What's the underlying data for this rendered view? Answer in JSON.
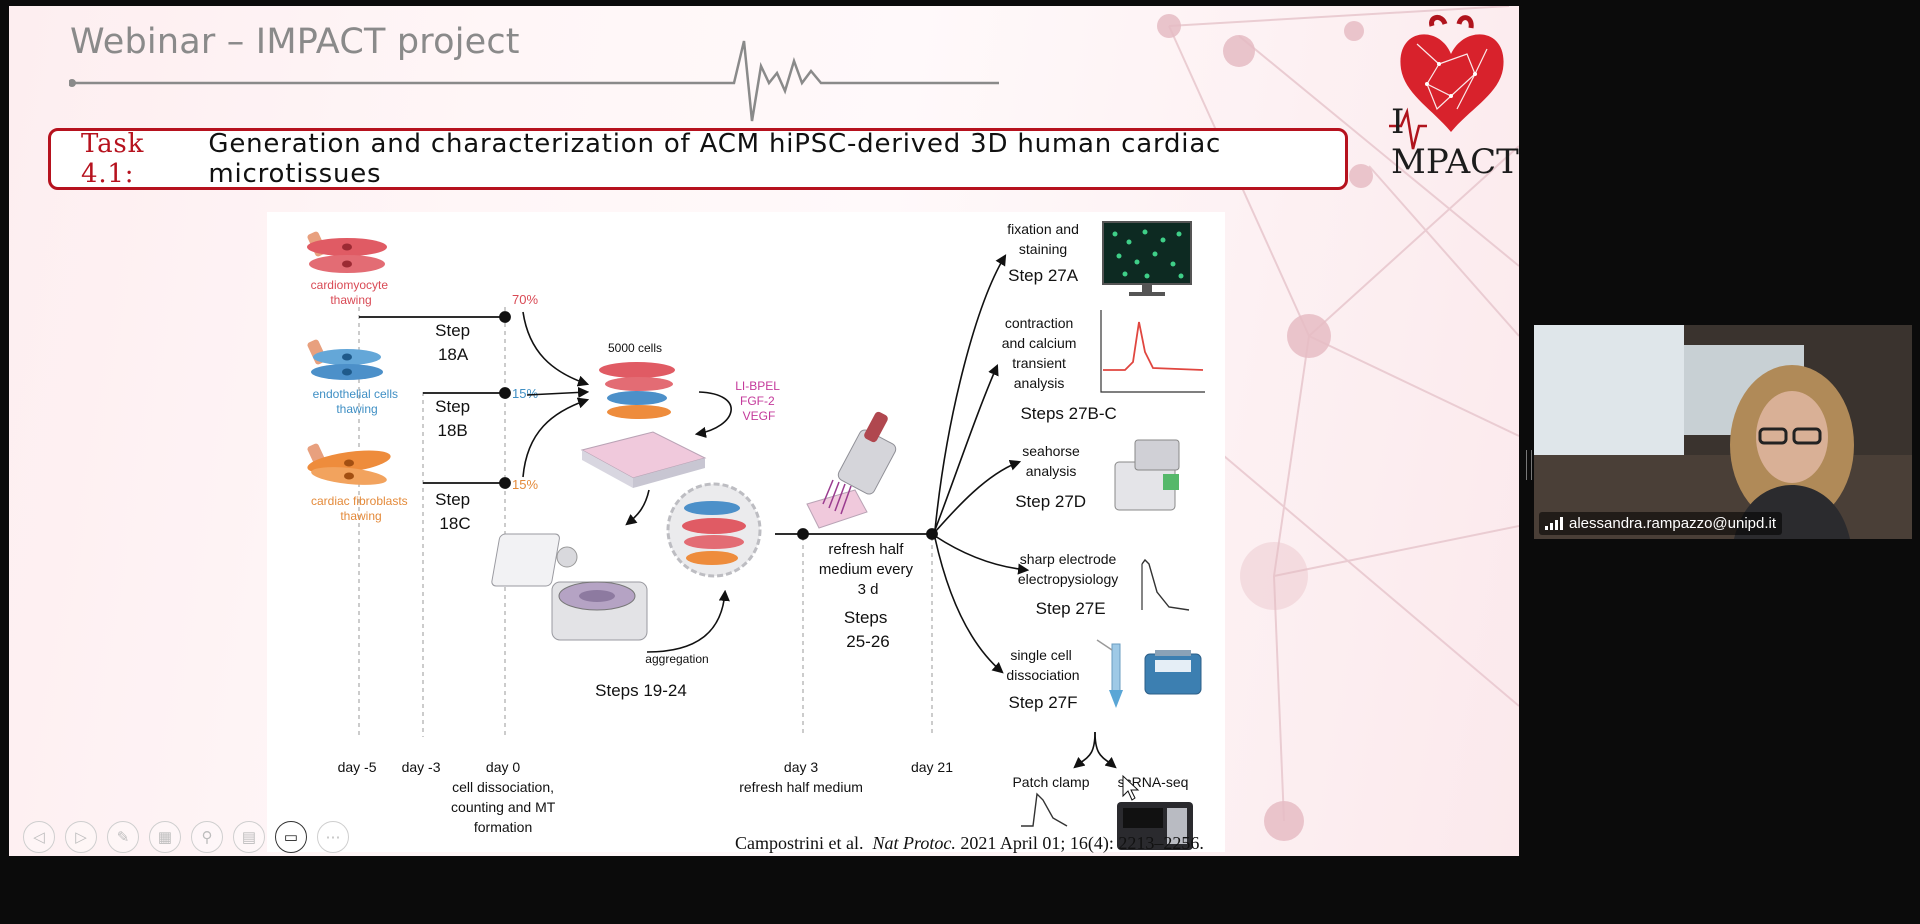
{
  "slide": {
    "header_title": "Webinar – IMPACT project",
    "logo_text": "I MPACT",
    "task_label": "Task 4.1:",
    "task_text": "Generation and characterization of ACM hiPSC-derived 3D human cardiac microtissues",
    "colors": {
      "accent": "#b6121e",
      "header": "#8a8a8a",
      "background": "#fdeef0"
    }
  },
  "figure": {
    "cells": [
      {
        "label": "cardiomyocyte\nthawing",
        "color": "#d94a55"
      },
      {
        "label": "endothelial cells\nthawing",
        "color": "#3f8fc4"
      },
      {
        "label": "cardiac fibroblasts\nthawing",
        "color": "#e48a3a"
      }
    ],
    "percent_70": "70%",
    "percent_15a": "15%",
    "percent_15b": "15%",
    "step_18a": [
      "Step",
      "18A"
    ],
    "step_18b": [
      "Step",
      "18B"
    ],
    "step_18c": [
      "Step",
      "18C"
    ],
    "cells_5000": "5000 cells",
    "factors": [
      "LI-BPEL",
      "FGF-2",
      "VEGF"
    ],
    "aggregation": "aggregation",
    "steps_19_24": "Steps 19-24",
    "refresh": [
      "refresh half",
      "medium every",
      "3 d"
    ],
    "steps_25_26": [
      "Steps",
      "25-26"
    ],
    "analyses": [
      {
        "lines": [
          "fixation and",
          "staining"
        ],
        "step": "Step 27A"
      },
      {
        "lines": [
          "contraction",
          "and calcium",
          "transient",
          "analysis"
        ],
        "step": "Steps 27B-C"
      },
      {
        "lines": [
          "seahorse",
          "analysis"
        ],
        "step": "Step 27D"
      },
      {
        "lines": [
          "sharp electrode",
          "electropysiology"
        ],
        "step": "Step 27E"
      },
      {
        "lines": [
          "single cell",
          "dissociation"
        ],
        "step": "Step 27F"
      }
    ],
    "patch_clamp": "Patch clamp",
    "scrna_seq": "scRNA-seq",
    "timeline": {
      "day_m5": "day -5",
      "day_m3": "day -3",
      "day_0": "day 0",
      "day_0_note": [
        "cell dissociation,",
        "counting and MT",
        "formation"
      ],
      "day_3": "day 3",
      "day_3_note": "refresh half medium",
      "day_21": "day 21"
    }
  },
  "citation": {
    "authors": "Campostrini et al.",
    "journal": "Nat Protoc.",
    "details": "2021 April 01; 16(4): 2213–2256."
  },
  "toolbar": {
    "buttons": [
      "previous",
      "next",
      "pen",
      "slides",
      "zoom",
      "subtitles",
      "camera",
      "more"
    ],
    "icons": [
      "◁",
      "▷",
      "✎",
      "▦",
      "⚲",
      "▤",
      "▭",
      "⋯"
    ]
  },
  "participant": {
    "name": "alessandra.rampazzo@unipd.it"
  }
}
